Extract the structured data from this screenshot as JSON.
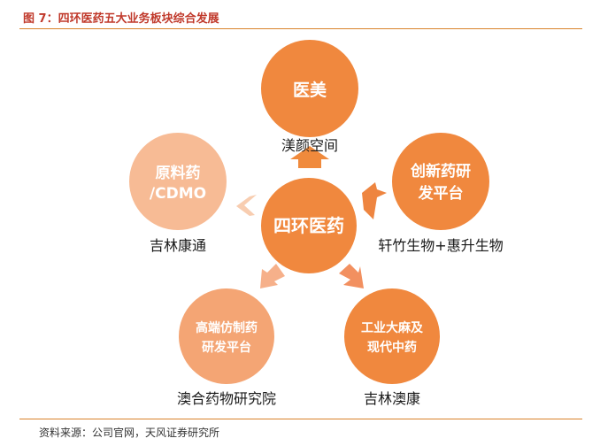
{
  "figure": {
    "title": "图 7：四环医药五大业务板块综合发展",
    "source": "资料来源：公司官网，天风证券研究所"
  },
  "center": {
    "line1": "四环医药"
  },
  "segments": [
    {
      "id": "aesthetics",
      "line1": "医美",
      "line2": "",
      "company": "渼颜空间",
      "color": "#f0883e"
    },
    {
      "id": "innovative",
      "line1": "创新药研",
      "line2": "发平台",
      "company": "轩竹生物+惠升生物",
      "color": "#f0883e"
    },
    {
      "id": "generics",
      "line1": "高端仿制药",
      "line2": "研发平台",
      "company": "澳合药物研究院",
      "color": "#f4a574"
    },
    {
      "id": "industrial-hemp",
      "line1": "工业大麻及",
      "line2": "现代中药",
      "company": "吉林澳康",
      "color": "#f0883e"
    },
    {
      "id": "api-cdmo",
      "line1": "原料药",
      "line2": "/CDMO",
      "company": "吉林康通",
      "color": "#f7bb95"
    }
  ],
  "colors": {
    "center": "#f0883e",
    "arrow_up": "#f08a3c",
    "arrow_right": "#ee8540",
    "arrow_down_right": "#f29060",
    "arrow_down_left": "#f6b08a",
    "arrow_left": "#f8cdb0"
  }
}
